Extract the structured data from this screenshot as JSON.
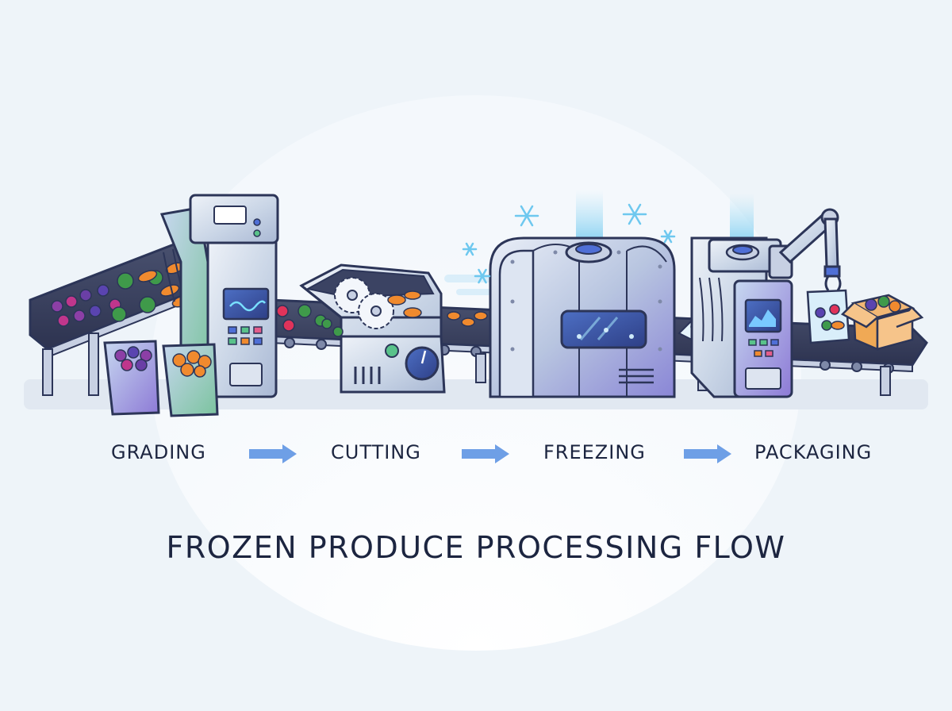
{
  "diagram": {
    "title": "FROZEN PRODUCE PROCESSING FLOW",
    "steps": [
      {
        "label": "GRADING"
      },
      {
        "label": "CUTTING"
      },
      {
        "label": "FREEZING"
      },
      {
        "label": "PACKAGING"
      }
    ]
  },
  "icons": [
    "snowflake-icon",
    "arrow-right-icon",
    "dial-icon",
    "screen-wave-icon",
    "box-icon",
    "bag-icon"
  ],
  "colors": {
    "background": "#eef4f9",
    "outline": "#2c3558",
    "machine_light": "#dfe7f2",
    "machine_accent": "#8f7ad8",
    "freeze_blue": "#8fd0ee",
    "arrow": "#5d8fe0",
    "text": "#1c2540"
  }
}
